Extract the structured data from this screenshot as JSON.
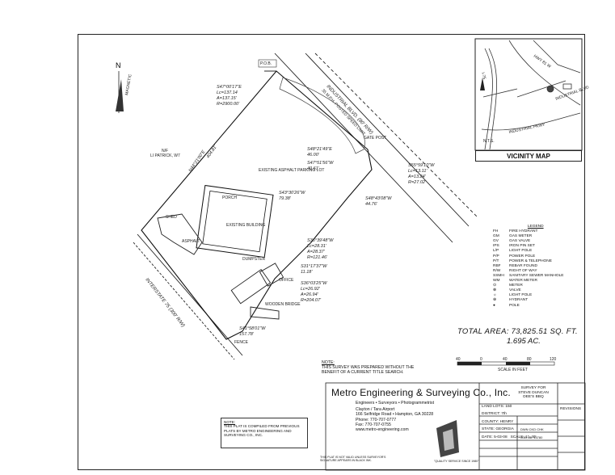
{
  "north_label": "N",
  "magnetic_label": "MAGNETIC",
  "pob": "P.O.B.",
  "road": {
    "industrial_blvd": "INDUSTRIAL BLVD. (80' R/W)",
    "speed_limit": "35 M.P.H. POSTED SPEED LIMIT",
    "interstate": "INTERSTATE 75 (300' R/W)"
  },
  "courses": [
    {
      "lines": [
        "S47°00'17\"E",
        "Lc=137.14",
        "A=137.15'",
        "R=2900.00'"
      ]
    },
    {
      "lines": [
        "S48°21'49\"E",
        "46.00'"
      ]
    },
    {
      "lines": [
        "S47°51'56\"W",
        "40.61'"
      ]
    },
    {
      "lines": [
        "S55°59'10\"W",
        "Lc=13.11'",
        "A=13.24'",
        "R=27.02'"
      ]
    },
    {
      "lines": [
        "S43°30'26\"W",
        "79.38'"
      ]
    },
    {
      "lines": [
        "S48°43'08\"W",
        "44.76'"
      ]
    },
    {
      "lines": [
        "S36°39'48\"W",
        "Lc=28.31'",
        "A=28.37'",
        "R=121.46'"
      ]
    },
    {
      "lines": [
        "S31°17'37\"W",
        "11.18'"
      ]
    },
    {
      "lines": [
        "S36°03'25\"W",
        "Lc=26.92'",
        "A=26.94'",
        "R=204.07'"
      ]
    },
    {
      "lines": [
        "S41°58'01\"W",
        "157.78'"
      ]
    },
    {
      "lines": [
        "N44°21'00\"E",
        "404.81'"
      ]
    }
  ],
  "owner": {
    "line1": "N/F",
    "line2": "LI PATRICK, W7"
  },
  "site_labels": {
    "existing_building": "EXISTING BUILDING",
    "existing_asphalt": "EXISTING ASPHALT PARKING LOT",
    "dumpster": "DUMPSTER",
    "office": "OFFICE",
    "wooden_bridge": "WOODEN BRIDGE",
    "porch": "PORCH",
    "gate_post": "GATE POST",
    "asphalt": "ASPHALT",
    "fence": "FENCE",
    "shed": "SHED"
  },
  "vicinity_map": {
    "title": "VICINITY MAP",
    "nts": "N.T.S.",
    "roads": [
      "INDUSTRIAL PKWY",
      "I-75",
      "HWY 81 W",
      "INDUSTRIAL BLVD"
    ]
  },
  "legend": {
    "title": "LEGEND",
    "items": [
      {
        "k": "FH",
        "v": "FIRE HYDRANT"
      },
      {
        "k": "GM",
        "v": "GAS METER"
      },
      {
        "k": "GV",
        "v": "GAS VALVE"
      },
      {
        "k": "IPS",
        "v": "IRON PIN SET"
      },
      {
        "k": "L/P",
        "v": "LIGHT POLE"
      },
      {
        "k": "P/P",
        "v": "POWER POLE"
      },
      {
        "k": "P/T",
        "v": "POWER & TELEPHONE"
      },
      {
        "k": "RBF",
        "v": "REBAR FOUND"
      },
      {
        "k": "R/W",
        "v": "RIGHT OF WAY"
      },
      {
        "k": "SSMH",
        "v": "SANITARY SEWER MANHOLE"
      },
      {
        "k": "WM",
        "v": "WATER METER"
      },
      {
        "k": "⊙",
        "v": "METER"
      },
      {
        "k": "⊗",
        "v": "VALVE"
      },
      {
        "k": "☼",
        "v": "LIGHT POLE"
      },
      {
        "k": "⊕",
        "v": "HYDRANT"
      },
      {
        "k": "●",
        "v": "POLE"
      }
    ]
  },
  "area": {
    "line1": "TOTAL AREA:   73,825.51 SQ. FT.",
    "line2": "1.695 AC."
  },
  "scale": {
    "ticks": [
      "40",
      "0",
      "40",
      "80",
      "120"
    ],
    "caption": "SCALE IN FEET"
  },
  "note1": {
    "title": "NOTE:",
    "text": "THIS SURVEY WAS PREPARED WITHOUT THE BENEFIT OF A CURRENT TITLE SEARCH."
  },
  "note2": {
    "title": "NOTE:",
    "text": "THIS PLAT IS COMPILED FROM PREVIOUS PLATS BY METRO ENGINEERING AND SURVEYING CO., INC."
  },
  "company": {
    "name": "Metro Engineering & Surveying Co., Inc.",
    "services": "Engineers  •  Surveyors  •  Photogrammetrist",
    "location": "Clayton / Tara Airport",
    "address": "166 Selfridge Road • Hampton, GA 30228",
    "phone": "Phone: 770-707-0777",
    "fax": "Fax: 770-707-0755",
    "web": "www.metro-engineering.com",
    "cert": "THIS PLAT IS NOT VALID UNLESS SURVEYOR'S SIGNATURE APPEARS IN BLACK INK.",
    "quality": "\"QUALITY SERVICE SINCE 1980\""
  },
  "title_block": {
    "survey_for": "SURVEY FOR",
    "client": "STEVE DUNCAN",
    "project": "DEE'S BBQ",
    "revisions": "REVISIONS",
    "land_lots": "LAND LOTS: 150",
    "district": "DISTRICT:   7th",
    "county": "COUNTY:   HENRY",
    "state": "STATE:   GEORGIA",
    "date": "DATE:   5-03-08",
    "scale": "SCALE: 1\"=40'",
    "drawn": "DWN   CKD   CHK",
    "job": "JOB No. 15780"
  }
}
